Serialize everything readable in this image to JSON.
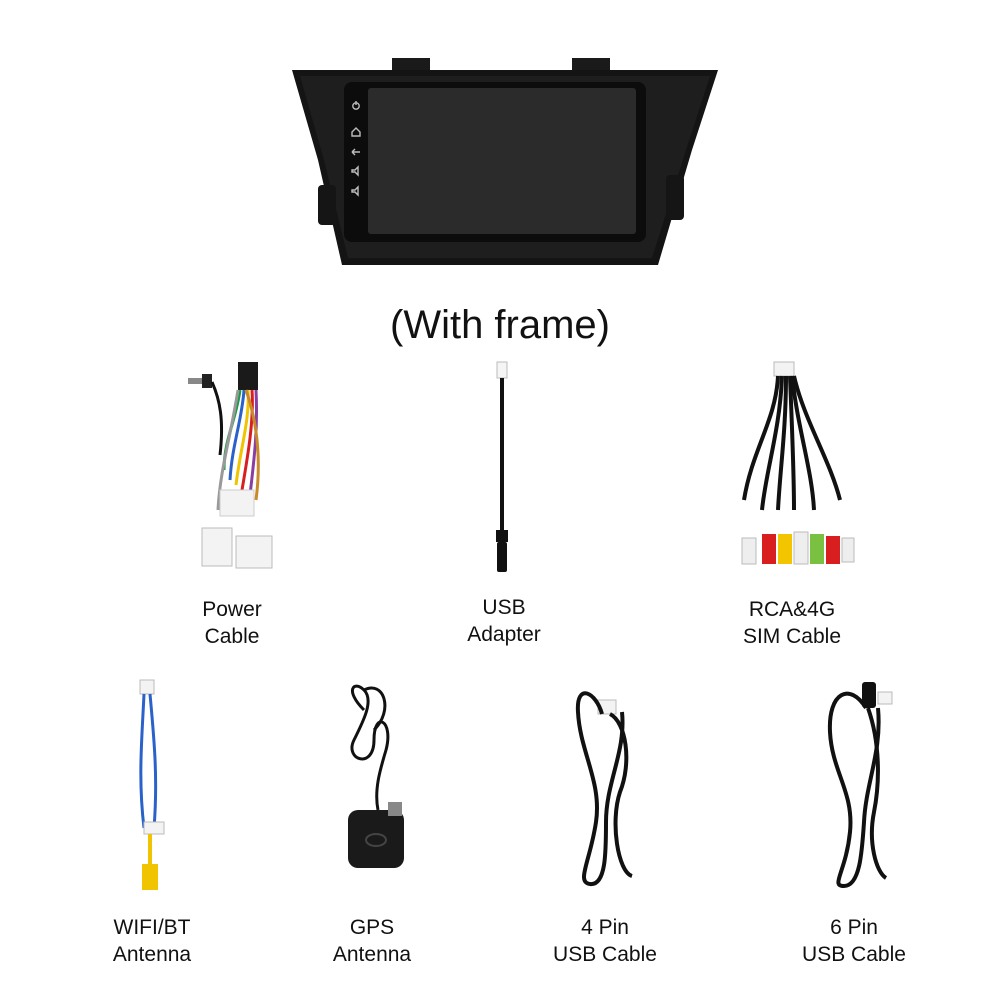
{
  "head_unit": {
    "caption": "(With frame)"
  },
  "accessories": [
    {
      "id": "power-cable",
      "line1": "Power",
      "line2": "Cable"
    },
    {
      "id": "usb-adapter",
      "line1": "USB",
      "line2": "Adapter"
    },
    {
      "id": "rca-4g-sim-cable",
      "line1": "RCA&4G",
      "line2": "SIM Cable"
    },
    {
      "id": "wifi-bt-antenna",
      "line1": "WIFI/BT",
      "line2": "Antenna"
    },
    {
      "id": "gps-antenna",
      "line1": "GPS",
      "line2": "Antenna"
    },
    {
      "id": "4-pin-usb-cable",
      "line1": "4 Pin",
      "line2": "USB Cable"
    },
    {
      "id": "6-pin-usb-cable",
      "line1": "6 Pin",
      "line2": "USB Cable"
    }
  ],
  "colors": {
    "frame": "#141414",
    "screen": "#2b2b2b",
    "cable": "#111111",
    "rca_red": "#d81e1e",
    "rca_yellow": "#f2c500",
    "rca_white": "#eeeeee",
    "rca_green": "#7ac142",
    "wire_green": "#1a9a4a",
    "wire_blue": "#2a62c9",
    "wire_yellow": "#f0c400"
  },
  "icons": [
    "power-icon",
    "home-icon",
    "back-icon",
    "volume-up-icon",
    "volume-down-icon"
  ]
}
